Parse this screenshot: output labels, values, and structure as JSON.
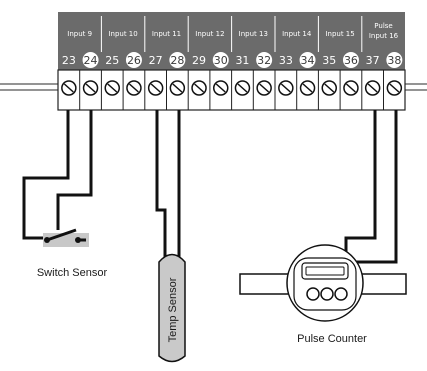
{
  "terminal_block": {
    "groups": [
      {
        "label": "Input 9",
        "terminals": [
          "23",
          "24"
        ]
      },
      {
        "label": "Input 10",
        "terminals": [
          "25",
          "26"
        ]
      },
      {
        "label": "Input 11",
        "terminals": [
          "27",
          "28"
        ]
      },
      {
        "label": "Input 12",
        "terminals": [
          "29",
          "30"
        ]
      },
      {
        "label": "Input 13",
        "terminals": [
          "31",
          "32"
        ]
      },
      {
        "label": "Input 14",
        "terminals": [
          "33",
          "34"
        ]
      },
      {
        "label": "Input 15",
        "terminals": [
          "35",
          "36"
        ]
      },
      {
        "label_line1": "Pulse",
        "label_line2": "Input 16",
        "terminals": [
          "37",
          "38"
        ]
      }
    ],
    "colors": {
      "header": "#6b6b6b",
      "screw_face": "#ffffff",
      "outline": "#222222"
    }
  },
  "devices": {
    "switch_sensor": {
      "label": "Switch Sensor"
    },
    "temp_sensor": {
      "label": "Temp Sensor"
    },
    "pulse_counter": {
      "label": "Pulse Counter"
    }
  }
}
